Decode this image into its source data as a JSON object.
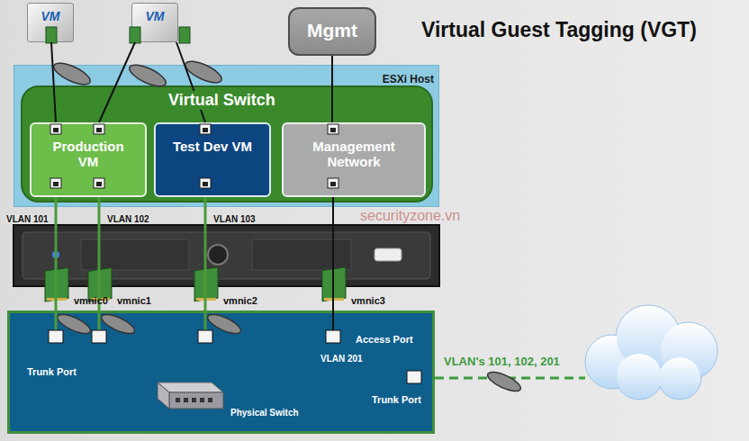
{
  "diagram": {
    "title": "Virtual Guest Tagging (VGT)",
    "nodes": [
      {
        "text": [
          "VM"
        ]
      },
      {
        "text": [
          "VM"
        ]
      },
      {
        "text": [
          "Mgmt"
        ]
      },
      {
        "text": [
          "ESXi Host"
        ]
      },
      {
        "text": [
          "Virtual Switch"
        ],
        "in": 3
      },
      {
        "text": [
          "Production VM"
        ],
        "in": 4
      },
      {
        "text": [
          "Test Dev VM"
        ],
        "in": 4
      },
      {
        "text": [
          "Management Network"
        ],
        "in": 4
      },
      {
        "text": [
          "Physical Switch"
        ]
      }
    ],
    "edges": [
      {
        "from": 0,
        "to": 5,
        "arrow": "none"
      },
      {
        "from": 1,
        "to": 5,
        "arrow": "none"
      },
      {
        "from": 1,
        "to": 6,
        "arrow": "none"
      },
      {
        "from": 2,
        "to": 7,
        "arrow": "none"
      },
      {
        "from": 5,
        "to": 8,
        "label": "VLAN 101",
        "arrow": "none"
      },
      {
        "from": 5,
        "to": 8,
        "label": "VLAN 102",
        "arrow": "none"
      },
      {
        "from": 6,
        "to": 8,
        "label": "VLAN 103",
        "arrow": "none"
      },
      {
        "from": 7,
        "to": 8,
        "arrow": "none"
      }
    ],
    "labels": [
      "vmnic0",
      "vmnic1",
      "vmnic2",
      "vmnic3",
      "Trunk Port",
      "Access Port",
      "VLAN 201",
      "Trunk Port",
      "VLAN's 101, 102, 201",
      "securityzone.vn"
    ]
  }
}
